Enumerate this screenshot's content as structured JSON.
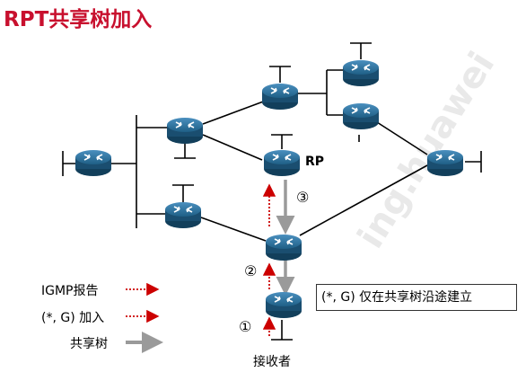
{
  "title": "RPT共享树加入",
  "watermark": "ing.huawei",
  "rp_label": "RP",
  "receiver_label": "接收者",
  "steps": [
    "①",
    "②",
    "③"
  ],
  "note": "(*, G) 仅在共享树沿途建立",
  "legend": [
    {
      "label": "IGMP报告",
      "style": "red-dotted-arrow"
    },
    {
      "label": "(*, G) 加入",
      "style": "red-dotted-arrow"
    },
    {
      "label": "共享树",
      "style": "gray-thick-arrow"
    }
  ],
  "colors": {
    "title": "#c8102e",
    "router": "#1f5f86",
    "igmp_arrow": "#cc0000",
    "tree_arrow": "#9a9a9a"
  }
}
